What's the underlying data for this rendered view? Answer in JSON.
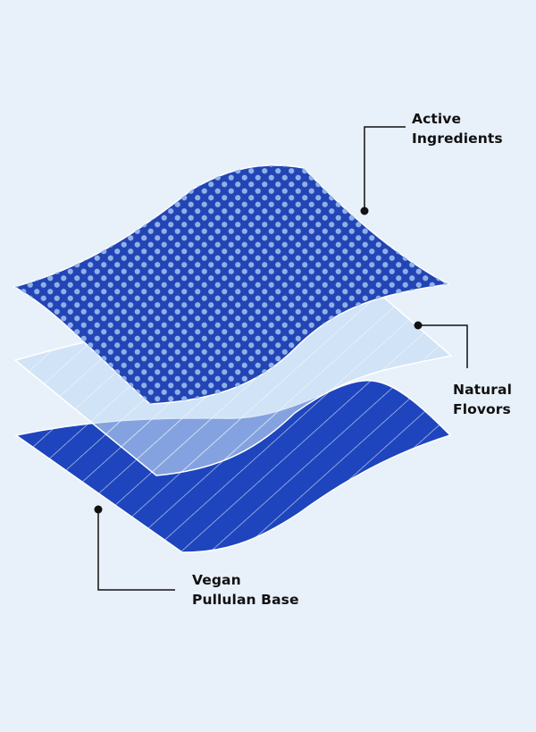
{
  "labels": {
    "active": {
      "line1": "Active",
      "line2": "Ingredients"
    },
    "natural": {
      "line1": "Natural",
      "line2": "Flovors"
    },
    "vegan": {
      "line1": "Vegan",
      "line2": "Pullulan Base"
    }
  },
  "colors": {
    "background": "#e8f0fa",
    "base_layer": "#1e45bd",
    "flavor_layer": "#c3dcf3",
    "active_layer": "#2244b4",
    "dots": "#8fb0e8",
    "stripes": "#ffffff",
    "leader_lines": "#111111"
  }
}
